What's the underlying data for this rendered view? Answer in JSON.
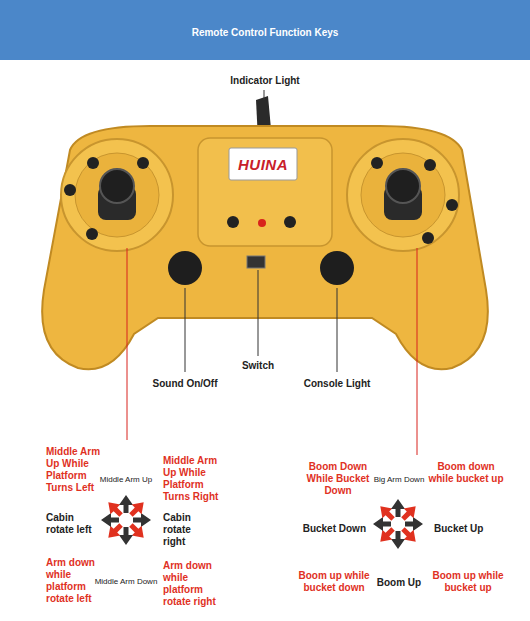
{
  "diagram": {
    "title": "Remote Control Function Keys",
    "labels": [
      "HUINA",
      "Indicator Light",
      "Sound On/Off",
      "Switch",
      "Console Light",
      "Middle Arm Up While Platform Turns Left",
      "Middle Arm Up",
      "Middle Arm Up While Platform Turns Right",
      "Cabin rotate left",
      "Cabin rotate right",
      "Arm down while platform rotate left",
      "Middle Arm Down",
      "Arm down while platform rotate right",
      "Boom Down While Bucket Down",
      "Big Arm Down",
      "Boom down while bucket up",
      "Bucket Down",
      "Bucket Up",
      "Boom up while bucket down",
      "Boom Up",
      "Boom up while bucket up"
    ]
  }
}
